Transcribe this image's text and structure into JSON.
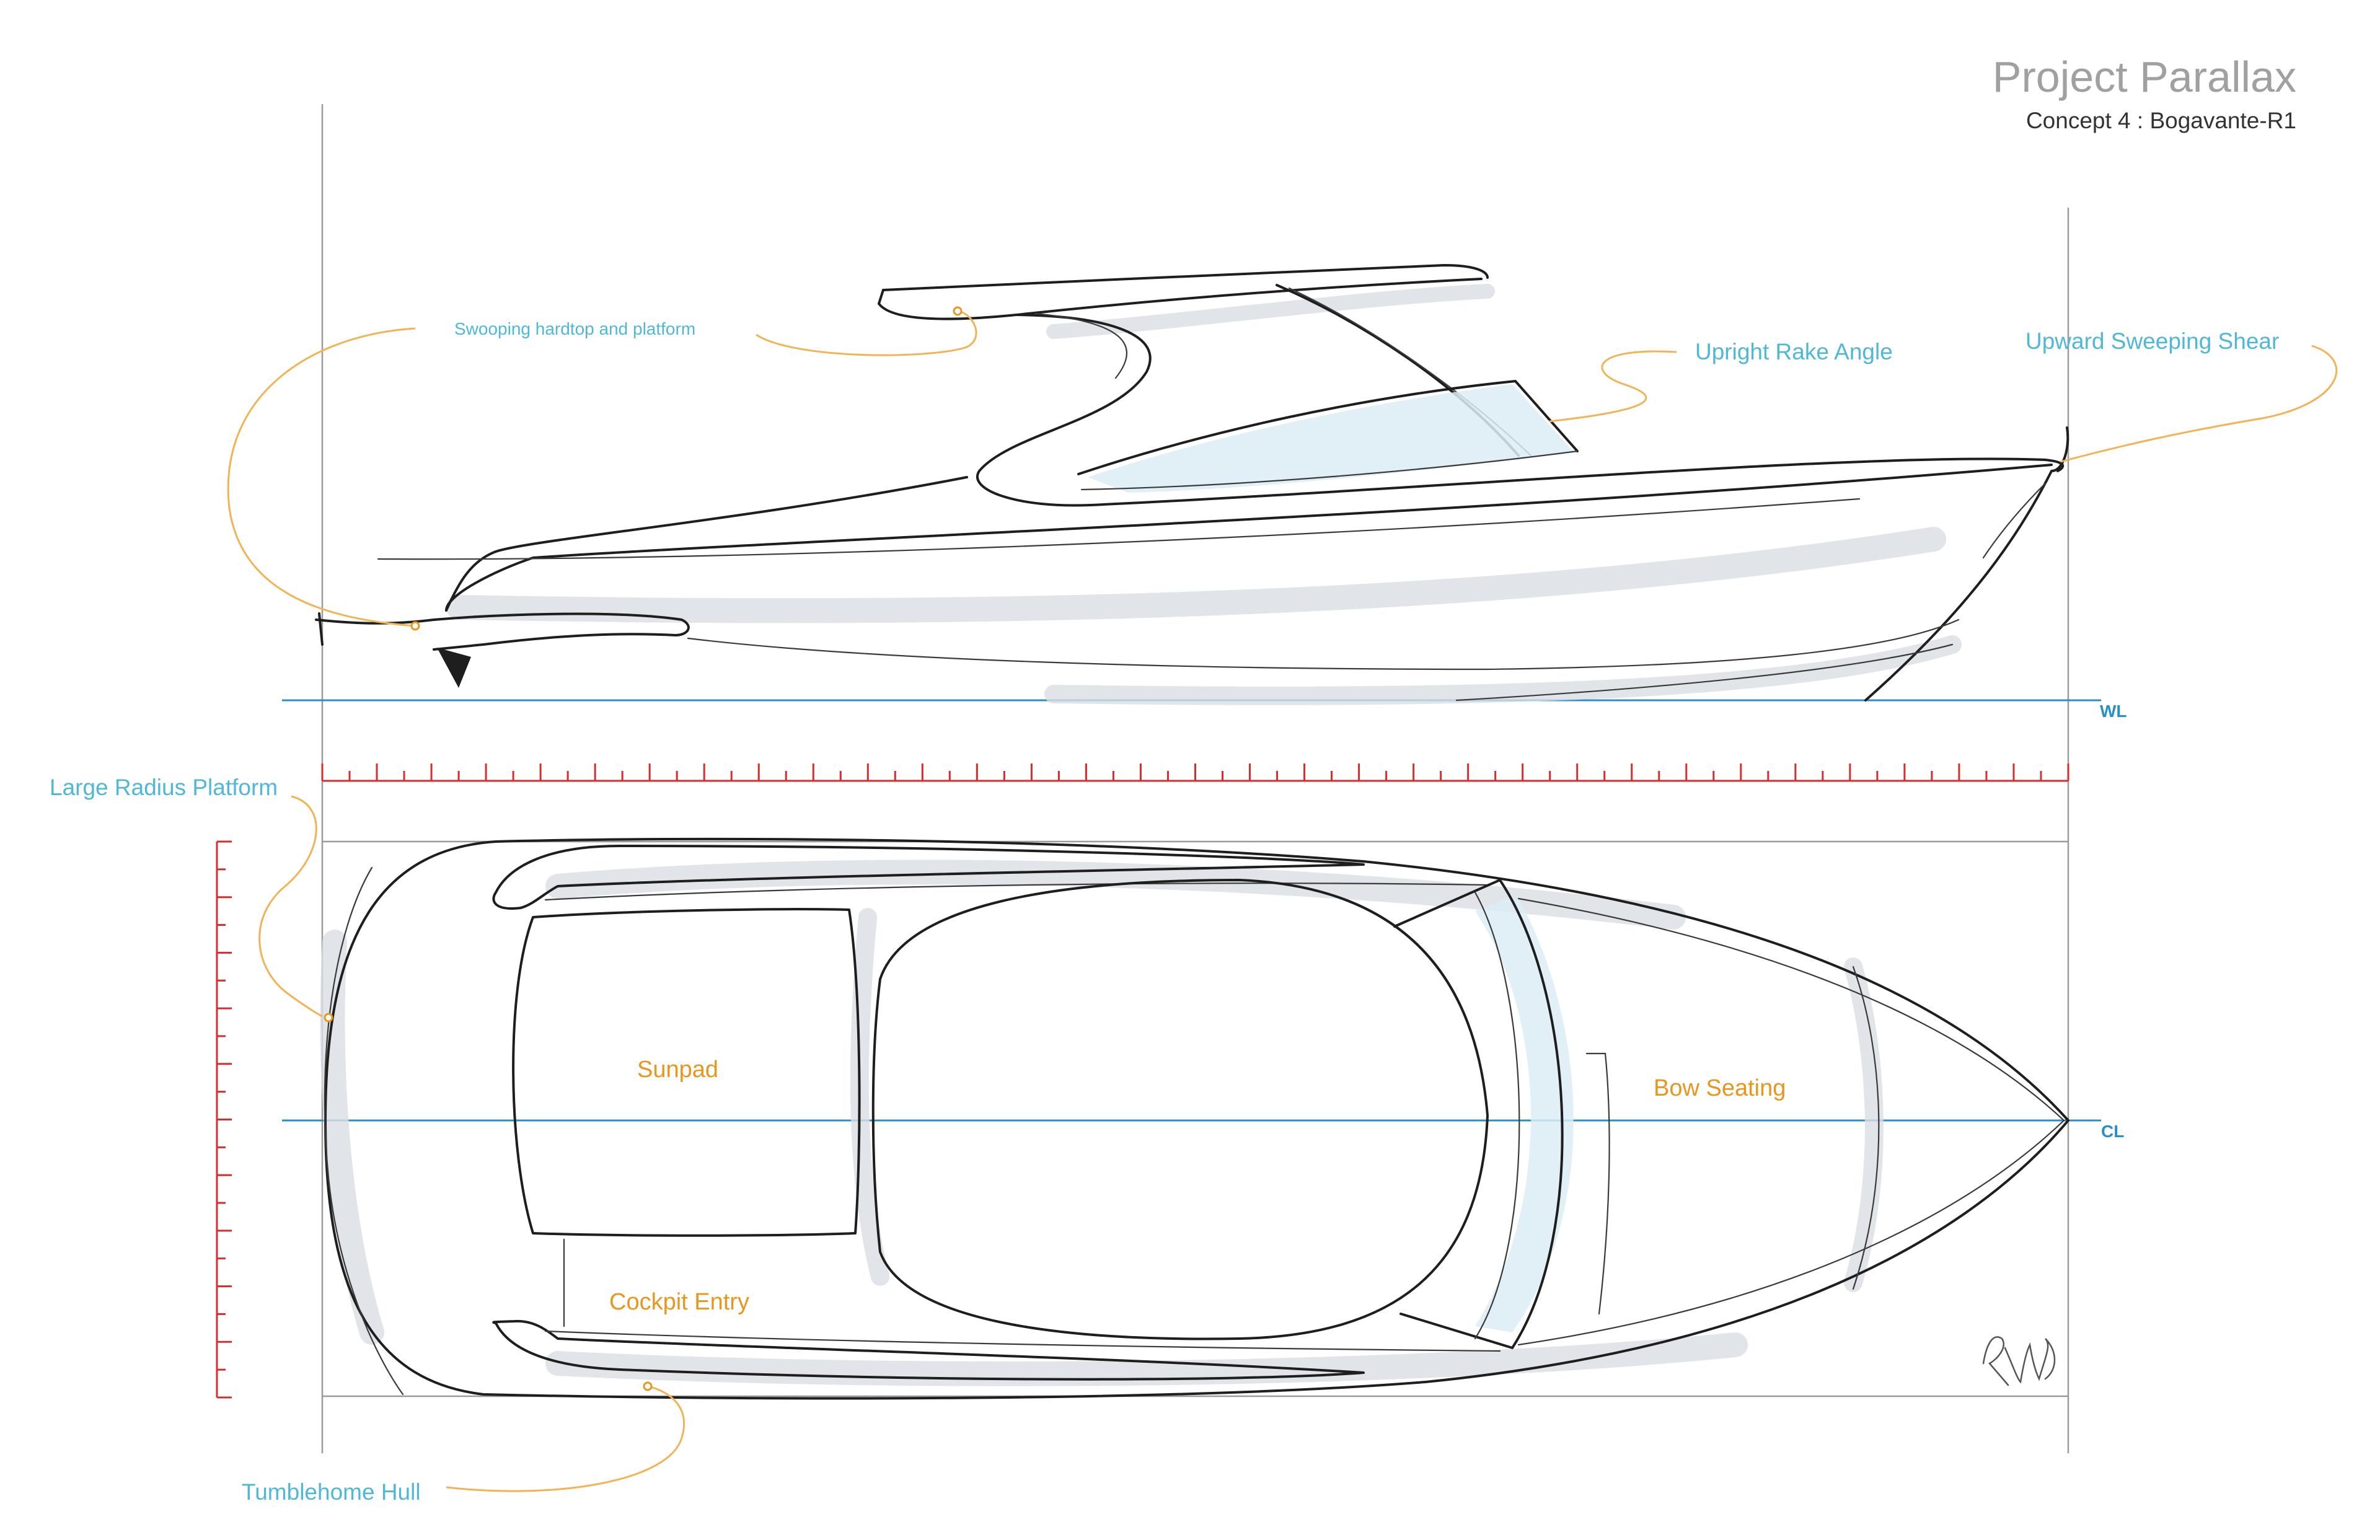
{
  "header": {
    "title": "Project Parallax",
    "subtitle": "Concept 4 : Bogavante-R1"
  },
  "annotations": {
    "hardtop": "Swooping hardtop and platform",
    "rake": "Upright Rake Angle",
    "shear": "Upward Sweeping Shear",
    "platform": "Large Radius Platform",
    "sunpad": "Sunpad",
    "bow_seating": "Bow Seating",
    "cockpit_entry": "Cockpit Entry",
    "tumblehome": "Tumblehome Hull"
  },
  "reference_lines": {
    "waterline": "WL",
    "centerline": "CL"
  },
  "signature": "RWB",
  "colors": {
    "annotation_blue": "#4fb8d6",
    "annotation_orange": "#e9961f",
    "leader_line": "#f2b354",
    "reference_blue": "#2a8fc9",
    "scale_red": "#d62e2e",
    "title_grey": "#a0a0a0"
  }
}
